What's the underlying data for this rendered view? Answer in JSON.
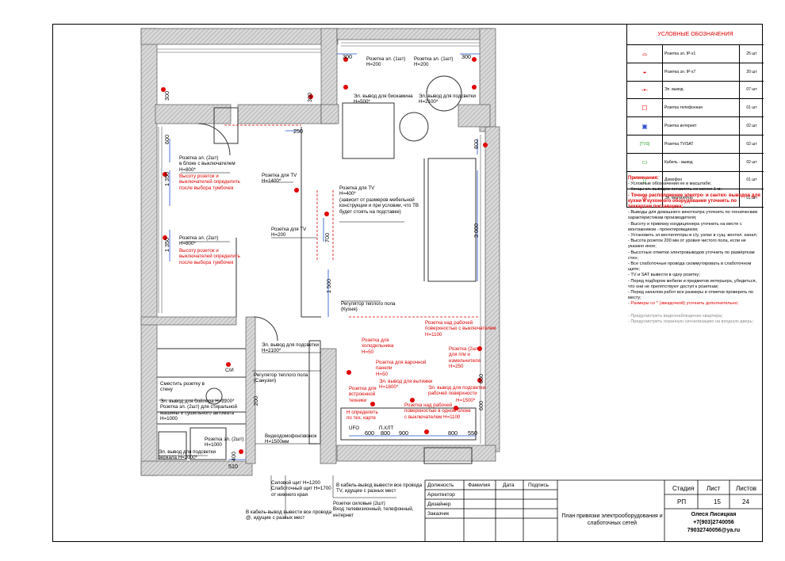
{
  "legend": {
    "title": "УСЛОВНЫЕ ОБОЗНАЧЕНИЯ",
    "rows": [
      {
        "icon": "outlet-ip-x1-icon",
        "label": "Розетка эл. IP-x1",
        "qty": "25 шт"
      },
      {
        "icon": "outlet-ip-x7-icon",
        "label": "Розетка эл. IP-x7",
        "qty": "20 шт"
      },
      {
        "icon": "electric-outlet-point-icon",
        "label": "Эл. вывод",
        "qty": "07 шт"
      },
      {
        "icon": "phone-socket-icon",
        "label": "Розетка телефонная",
        "qty": "01 шт"
      },
      {
        "icon": "internet-socket-icon",
        "label": "Розетка интернет",
        "qty": "02 шт"
      },
      {
        "icon": "tv-sat-socket-icon",
        "label": "Розетка TV/SAT",
        "qty": "02 шт"
      },
      {
        "icon": "cable-outlet-icon",
        "label": "Кабель - вывод",
        "qty": "02 шт"
      },
      {
        "icon": "intercom-icon",
        "label": "Домофон",
        "qty": "01 шт"
      },
      {
        "icon": "fan-icon",
        "label": "Эл. вентилятор",
        "qty": "01 шт"
      }
    ]
  },
  "notes": {
    "title": "Примечания:",
    "items": [
      {
        "text": "- Условные обозначения не в масштабе;",
        "style": "n"
      },
      {
        "text": "- Концы эл. выводов оставлять не менее 1 м;",
        "style": "n"
      },
      {
        "text": "- Точное расположение электро- и сантех- выводов для кухни и кухонного оборудования уточнить по техкартам поставщика;",
        "style": "t"
      },
      {
        "text": "- Выводы для домашнего кинотеатра уточнить по техническим характеристикам производителя;",
        "style": "n"
      },
      {
        "text": "- Высоту и привязку кондиционера уточнить на месте с монтажником - проектировщиком;",
        "style": "n"
      },
      {
        "text": "- Установить эл.вентиляторы в с/у, узлах в сущ. вентил. канал;",
        "style": "n"
      },
      {
        "text": "- Высота розеток 200 мм от уровня чистого пола, если не указано иное;",
        "style": "n"
      },
      {
        "text": "- Высотные отметки электровыводов уточнить по развёрткам стен;",
        "style": "n"
      },
      {
        "text": "- Все слаботочные провода скоммутировать в слаботочном щите;",
        "style": "n"
      },
      {
        "text": "- TV и SAT вывести в одну розетку;",
        "style": "n"
      },
      {
        "text": "- Перед подбором мебели и предметов интерьера, убедиться, что они не препятствуют доступ к розеткам;",
        "style": "n"
      },
      {
        "text": "- Перед началом работ все размеры и отметки проверить по месту;",
        "style": "n"
      },
      {
        "text": "- Размеры со * (звездочкой) уточнить дополнительно;",
        "style": "r"
      },
      {
        "text": "- Предусмотреть видеонаблюдение квартиры;",
        "style": "g"
      },
      {
        "text": "- Предусмотреть охранную сигнализацию на входную дверь;",
        "style": "g"
      }
    ]
  },
  "title_block": {
    "headers": [
      "Должность",
      "Фамилия",
      "Дата",
      "Подпись"
    ],
    "roles": [
      "Архитектор",
      "Дизайнер",
      "Заказчик"
    ],
    "stage_header": "Стадия",
    "sheet_header": "Лист",
    "sheets_header": "Листов",
    "stage": "РП",
    "sheet": "15",
    "sheets": "24",
    "drawing_title": "План привязки электрооборудования и слаботочных сетей",
    "author": "Олеся Лисицкая",
    "phone": "+7(903)2740056",
    "email": "79032740056@ya.ru"
  },
  "labels": {
    "l1": "Розетка эл. (1шт)\nH=200",
    "l2": "Розетка эл. (1шт)\nH=200",
    "l3": "Эл. вывод для биокамина\nH=500*",
    "l4": "Эл. вывод для подсветки\nH=2100*",
    "l5": "Розетка эл. (2шт)\nв блоке с выключателем\nH=800*",
    "l5r": "Высоту розеток и\nвыключателей определить\nпосле выбора тумбочек",
    "l6": "Розетка для TV\nH=1400*",
    "l7": "Розетка для TV\nH=400*\n(зависит от размеров мебельной\nконструкции и при условии, что ТВ\nбудет стоять на подставке)",
    "l8": "Розетка для TV\nH=200",
    "l9": "Розетка эл. (2шт)\nH=800*",
    "l9r": "Высоту розеток и\nвыключателей определить\nпосле выбора тумбочек",
    "l10": "Регулятор теплого пола\n(Кухня)",
    "l11": "Эл. вывод для подсветки\nH=2100*",
    "l12": "Регулятор теплого пола\n(Санузел)",
    "l13": "Сместить розетку в\nстену",
    "l14": "Эл. вывод для бойлера H=2200*\nРозетка эл. (2шт) для стиральной\nмашины и сушильного автомата\nH=1000",
    "l15": "Розетка эл. (2шт)\nH=1000",
    "l16": "Эл. вывод для подсветки\nзеркала H=2000*",
    "l17": "Видеодомофон/звонок\nH=1500мм",
    "l18": "Силовой щит H=1200\nСлаботочный щит H=1700\nот нижнего края",
    "l19": "В кабель-вывод вывести все провода\nTV, идущие с разных мест",
    "l20": "Розетки силовые (2шт)\nВход телевизионный, телефонный,\nинтернет",
    "l21": "В кабель-вывод вывести все провода\n@, идущие с разных мест",
    "k1": "Розетка над рабочей\nповерхностью с выключателем\nH=1100",
    "k2": "Розетка для\nхолодильника\nH=50",
    "k3": "Розетка для варочной\nпанели\nH=50",
    "k4": "Розетка (2шт)\nдля п/м и\nизмельчителя\nH=250",
    "k5": "Эл. вывод для вытяжки\nH=1800*",
    "k6": "Розетка для\nвстроенной\nтехники",
    "k6b": "H определить\nпо тех. карте",
    "k7": "Эл. вывод для подсветки\nрабочей поверхности",
    "k7b": "H=1500*",
    "k8": "Розетка над рабочей\nповерхностью в одном блоке\nс выключателем H=1100",
    "sa": "С/И",
    "ufo": "UFO",
    "px": "П.ХЛТ"
  },
  "dims": {
    "d300a": "300",
    "d300b": "300",
    "d300c": "300",
    "d300d": "300",
    "d600a": "600",
    "d250": "250",
    "d800": "800",
    "d1350a": "1 350",
    "d1350b": "1 350",
    "d3000": "3 000",
    "d1500": "1 500",
    "d700": "700",
    "d200": "200",
    "d400": "400",
    "d510": "510",
    "d650": "650",
    "d600b": "600",
    "d800b": "800",
    "d900": "900",
    "d800c": "800",
    "d550": "550",
    "d600c": "600"
  },
  "colors": {
    "accent": "#e00000",
    "line": "#000000",
    "dim": "#1a4fd0",
    "wall": "#9a9a9a"
  }
}
